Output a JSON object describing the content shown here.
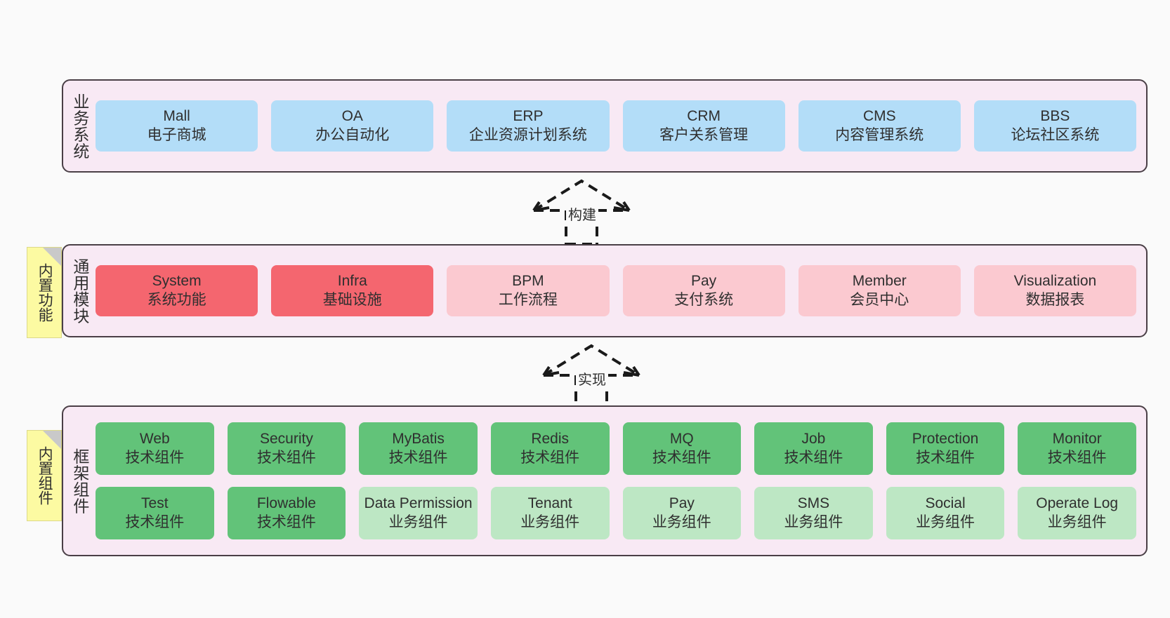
{
  "diagram": {
    "background_color": "#fafafa",
    "panel_color": "#F8E9F4",
    "panel_border_color": "#4a3f46",
    "sticky_color": "#FCFAA2"
  },
  "layers": [
    {
      "id": "business-systems",
      "title": "业务系统",
      "sticky": null,
      "rows": [
        {
          "cards": [
            {
              "name": "Mall",
              "sub": "电子商城",
              "color": "#B3DDF8",
              "style": "c-blue"
            },
            {
              "name": "OA",
              "sub": "办公自动化",
              "color": "#B3DDF8",
              "style": "c-blue"
            },
            {
              "name": "ERP",
              "sub": "企业资源计划系统",
              "color": "#B3DDF8",
              "style": "c-blue"
            },
            {
              "name": "CRM",
              "sub": "客户关系管理",
              "color": "#B3DDF8",
              "style": "c-blue"
            },
            {
              "name": "CMS",
              "sub": "内容管理系统",
              "color": "#B3DDF8",
              "style": "c-blue"
            },
            {
              "name": "BBS",
              "sub": "论坛社区系统",
              "color": "#B3DDF8",
              "style": "c-blue"
            }
          ]
        }
      ]
    },
    {
      "id": "common-modules",
      "title": "通用模块",
      "sticky": "内置功能",
      "rows": [
        {
          "cards": [
            {
              "name": "System",
              "sub": "系统功能",
              "color": "#F4666F",
              "style": "c-red"
            },
            {
              "name": "Infra",
              "sub": "基础设施",
              "color": "#F4666F",
              "style": "c-red"
            },
            {
              "name": "BPM",
              "sub": "工作流程",
              "color": "#FBC9D0",
              "style": "c-pink"
            },
            {
              "name": "Pay",
              "sub": "支付系统",
              "color": "#FBC9D0",
              "style": "c-pink"
            },
            {
              "name": "Member",
              "sub": "会员中心",
              "color": "#FBC9D0",
              "style": "c-pink"
            },
            {
              "name": "Visualization",
              "sub": "数据报表",
              "color": "#FBC9D0",
              "style": "c-pink"
            }
          ]
        }
      ]
    },
    {
      "id": "framework-components",
      "title": "框架组件",
      "sticky": "内置组件",
      "rows": [
        {
          "cards": [
            {
              "name": "Web",
              "sub": "技术组件",
              "color": "#62C379",
              "style": "c-green"
            },
            {
              "name": "Security",
              "sub": "技术组件",
              "color": "#62C379",
              "style": "c-green"
            },
            {
              "name": "MyBatis",
              "sub": "技术组件",
              "color": "#62C379",
              "style": "c-green"
            },
            {
              "name": "Redis",
              "sub": "技术组件",
              "color": "#62C379",
              "style": "c-green"
            },
            {
              "name": "MQ",
              "sub": "技术组件",
              "color": "#62C379",
              "style": "c-green"
            },
            {
              "name": "Job",
              "sub": "技术组件",
              "color": "#62C379",
              "style": "c-green"
            },
            {
              "name": "Protection",
              "sub": "技术组件",
              "color": "#62C379",
              "style": "c-green"
            },
            {
              "name": "Monitor",
              "sub": "技术组件",
              "color": "#62C379",
              "style": "c-green"
            }
          ]
        },
        {
          "cards": [
            {
              "name": "Test",
              "sub": "技术组件",
              "color": "#62C379",
              "style": "c-green"
            },
            {
              "name": "Flowable",
              "sub": "技术组件",
              "color": "#62C379",
              "style": "c-green"
            },
            {
              "name": "Data Permission",
              "sub": "业务组件",
              "color": "#BDE7C4",
              "style": "c-lightgreen"
            },
            {
              "name": "Tenant",
              "sub": "业务组件",
              "color": "#BDE7C4",
              "style": "c-lightgreen"
            },
            {
              "name": "Pay",
              "sub": "业务组件",
              "color": "#BDE7C4",
              "style": "c-lightgreen"
            },
            {
              "name": "SMS",
              "sub": "业务组件",
              "color": "#BDE7C4",
              "style": "c-lightgreen"
            },
            {
              "name": "Social",
              "sub": "业务组件",
              "color": "#BDE7C4",
              "style": "c-lightgreen"
            },
            {
              "name": "Operate Log",
              "sub": "业务组件",
              "color": "#BDE7C4",
              "style": "c-lightgreen"
            }
          ]
        }
      ]
    }
  ],
  "relations": [
    {
      "id": "build",
      "label": "构建",
      "from": "common-modules",
      "to": "business-systems"
    },
    {
      "id": "implement",
      "label": "实现",
      "from": "framework-components",
      "to": "common-modules"
    }
  ]
}
